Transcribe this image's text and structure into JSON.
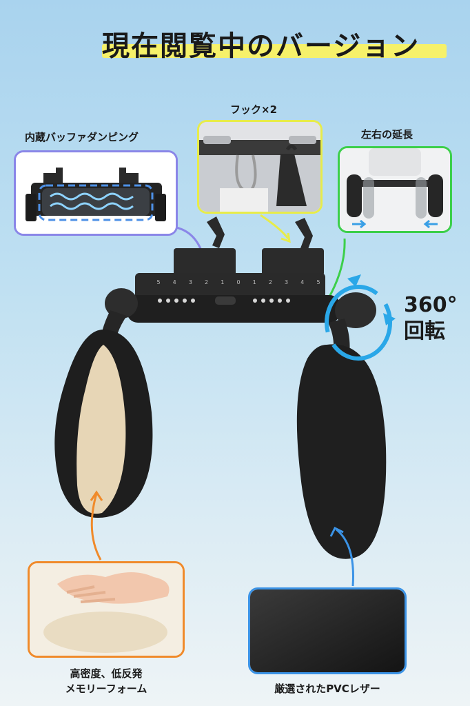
{
  "title": "現在閲覧中のバージョン",
  "features": {
    "buffer": {
      "label": "内蔵バッファダンピング"
    },
    "hooks": {
      "label": "フック×2"
    },
    "extend": {
      "label": "左右の延長"
    },
    "rotation": {
      "line1": "360°",
      "line2": "回転"
    },
    "foam": {
      "line1": "高密度、低反発",
      "line2": "メモリーフォーム"
    },
    "leather": {
      "label": "厳選されたPVCレザー"
    }
  },
  "scale_marks": [
    "5",
    "4",
    "3",
    "2",
    "1",
    "0",
    "1",
    "2",
    "3",
    "4",
    "5"
  ],
  "colors": {
    "buffer_border": "#8a86e8",
    "hooks_border": "#e7ec4a",
    "extend_border": "#3ccf4a",
    "foam_border": "#f08a2a",
    "leather_border": "#3b93e6",
    "rotate_arrow": "#2aa7e8",
    "title_highlight": "#f6f16a"
  }
}
